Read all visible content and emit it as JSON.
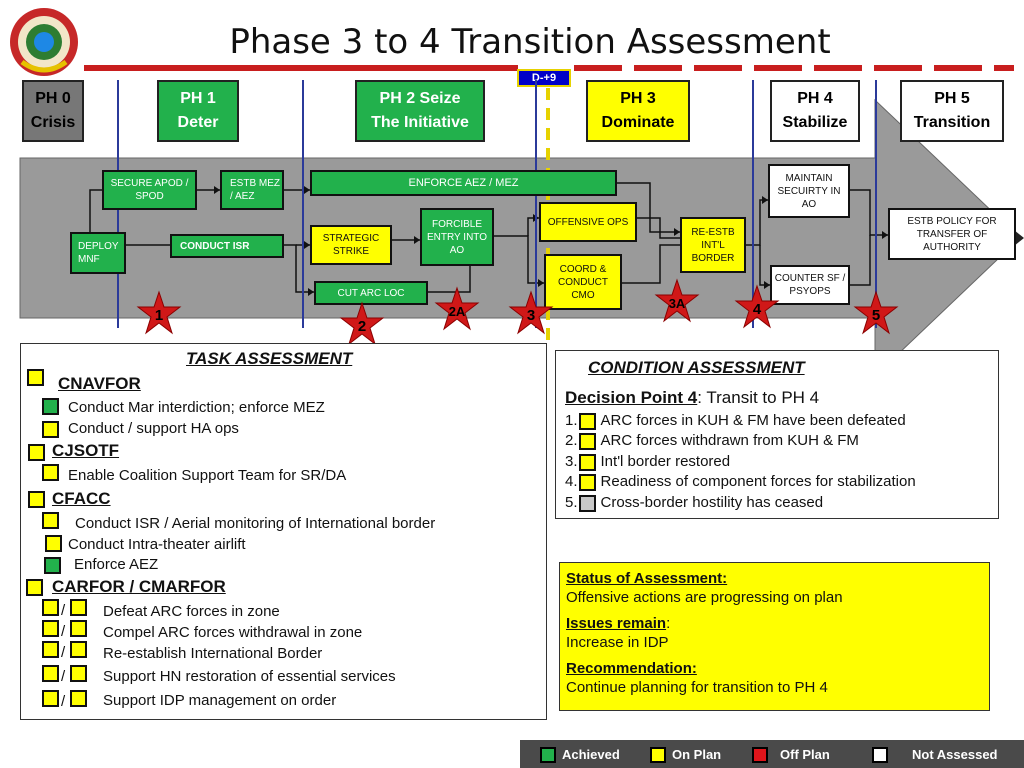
{
  "title": "Phase 3 to 4 Transition Assessment",
  "d_marker": "D-+9",
  "phases": [
    {
      "line1": "PH 0",
      "line2": "Crisis"
    },
    {
      "line1": "PH 1",
      "line2": "Deter"
    },
    {
      "line1": "PH 2 Seize",
      "line2": "The Initiative"
    },
    {
      "line1": "PH 3",
      "line2": "Dominate"
    },
    {
      "line1": "PH 4",
      "line2": "Stabilize"
    },
    {
      "line1": "PH 5",
      "line2": "Transition"
    }
  ],
  "flow": {
    "secure": "SECURE APOD / SPOD",
    "estb": "ESTB MEZ / AEZ",
    "enforce": "ENFORCE AEZ / MEZ",
    "deploy": "DEPLOY MNF",
    "isr": "CONDUCT ISR",
    "strategic": "STRATEGIC STRIKE",
    "forcible": "FORCIBLE ENTRY INTO AO",
    "offensive": "OFFENSIVE OPS",
    "coord": "COORD & CONDUCT CMO",
    "reestb": "RE-ESTB INT'L BORDER",
    "maintain": "MAINTAIN SECUIRTY IN AO",
    "counter": "COUNTER SF / PSYOPS",
    "policy": "ESTB POLICY FOR TRANSFER OF AUTHORITY",
    "cutarc": "CUT ARC LOC"
  },
  "stars": [
    "1",
    "2",
    "2A",
    "3",
    "3A",
    "4",
    "5"
  ],
  "task": {
    "title": "TASK ASSESSMENT",
    "cnavfor": "CNAVFOR",
    "cnavfor_items": [
      "Conduct Mar interdiction; enforce MEZ",
      "Conduct / support HA ops"
    ],
    "cjsotf": "CJSOTF",
    "cjsotf_items": [
      "Enable Coalition Support Team for SR/DA"
    ],
    "cfacc": "CFACC",
    "cfacc_items": [
      "Conduct ISR / Aerial monitoring of International border",
      "Conduct Intra-theater airlift",
      "Enforce AEZ"
    ],
    "carfor": "CARFOR / CMARFOR",
    "carfor_items": [
      "Defeat ARC forces in zone",
      "Compel ARC forces withdrawal in zone",
      "Re-establish International Border",
      "Support HN restoration of essential services",
      "Support IDP management on order"
    ]
  },
  "condition": {
    "title": "CONDITION ASSESSMENT",
    "dp_label": "Decision Point 4",
    "dp_text": ": Transit to PH 4",
    "items": [
      {
        "n": "1.",
        "text": "ARC forces in KUH & FM have been defeated"
      },
      {
        "n": "2.",
        "text": "ARC forces withdrawn from KUH & FM"
      },
      {
        "n": "3.",
        "text": "Int'l border restored"
      },
      {
        "n": "4.",
        "text": "Readiness of component forces for stabilization"
      },
      {
        "n": "5.",
        "text": "Cross-border hostility has ceased"
      }
    ]
  },
  "status": {
    "h1": "Status of Assessment:",
    "t1": "Offensive actions are progressing on plan",
    "h2": "Issues remain",
    "h2_colon": ":",
    "t2": "Increase in IDP",
    "h3": "Recommendation:",
    "t3": "Continue planning for transition to PH  4"
  },
  "legend": {
    "achieved": "Achieved",
    "onplan": "On Plan",
    "offplan": "Off Plan",
    "notassessed": "Not Assessed"
  },
  "colors": {
    "achieved": "#22b14c",
    "on_plan": "#ffff00",
    "off_plan": "#e0151b",
    "not_assessed": "#c8c8c8"
  }
}
